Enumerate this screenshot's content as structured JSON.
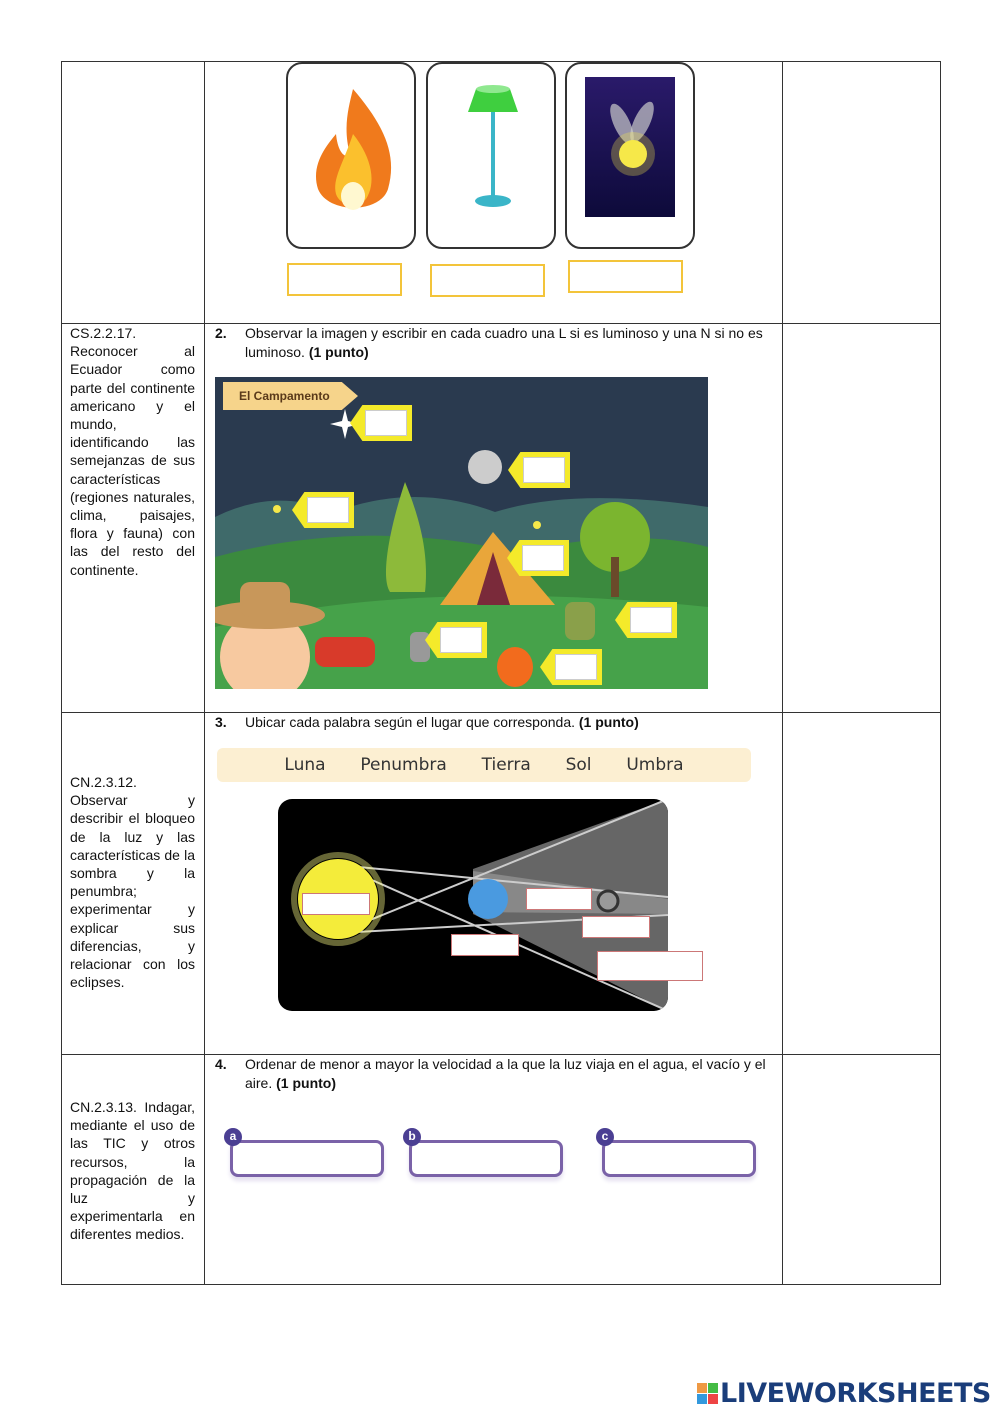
{
  "row1": {
    "answer_boxes": [
      "",
      "",
      ""
    ],
    "images": [
      "fire",
      "lamp",
      "firefly"
    ]
  },
  "row2": {
    "code_text": "CS.2.2.17. Reconocer al Ecuador como parte del continente americano y el mundo, identificando las semejanzas de sus características (regiones naturales, clima, paisajes, flora y fauna) con las del resto del continente.",
    "number": "2.",
    "question": "Observar la imagen y escribir en cada cuadro una L si es luminoso y una N si no es luminoso.",
    "points": "(1 punto)",
    "scene_title": "El Campamento"
  },
  "row3": {
    "code_text": "CN.2.3.12. Observar y describir el bloqueo de la luz y las características de la sombra y la penumbra; experimentar y explicar sus diferencias, y relacionar con los eclipses.",
    "number": "3.",
    "question": "Ubicar cada palabra según el lugar que corresponda.",
    "points": "(1 punto)",
    "word_bank": [
      "Luna",
      "Penumbra",
      "Tierra",
      "Sol",
      "Umbra"
    ]
  },
  "row4": {
    "code_text": "CN.2.3.13. Indagar, mediante el uso de las TIC y otros recursos, la propagación de la luz y experimentarla en diferentes medios.",
    "number": "4.",
    "question": "Ordenar de menor a mayor la velocidad a la que la luz viaja en el agua, el vacío y el aire.",
    "points": "(1 punto)",
    "order_labels": [
      "a",
      "b",
      "c"
    ]
  },
  "footer": {
    "logo": "LIVEWORKSHEETS"
  },
  "colors": {
    "answer_border": "#f3c43a",
    "purple": "#7a62a8",
    "logo": "#1a3d7a"
  }
}
